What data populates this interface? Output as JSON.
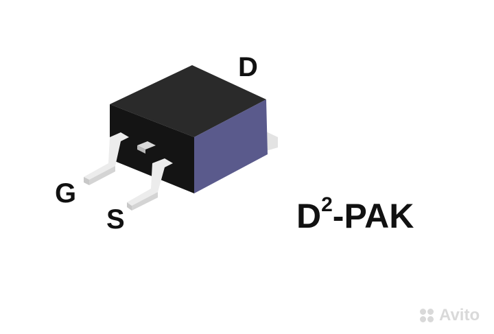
{
  "labels": {
    "drain": "D",
    "gate": "G",
    "source": "S"
  },
  "package": {
    "base": "D",
    "superscript": "2",
    "suffix": "-PAK"
  },
  "watermark": {
    "text": "Avito"
  },
  "colors": {
    "body_top": "#262626",
    "body_front": "#1c1c1c",
    "body_side": "#5b5a8a",
    "lead": "#e8e8e8",
    "label": "#111111"
  }
}
